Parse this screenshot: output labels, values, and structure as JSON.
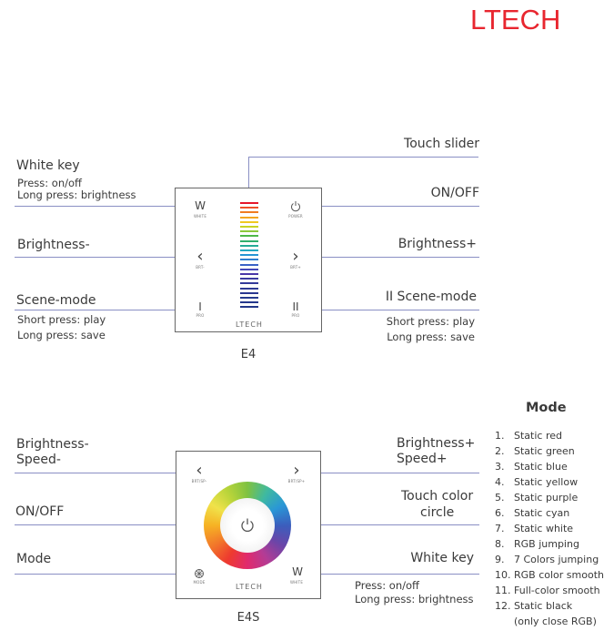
{
  "brand": {
    "logo": "LTECH",
    "panel_brand": "LTECH"
  },
  "e4": {
    "caption": "E4",
    "touch_slider": "Touch slider",
    "white_key": "White key",
    "white_key_desc1": "Press: on/off",
    "white_key_desc2": "Long press: brightness",
    "on_off": "ON/OFF",
    "brightness_minus": "Brightness-",
    "brightness_plus": "Brightness+",
    "scene_mode_left": "Scene-mode",
    "scene_left_desc1": "Short press: play",
    "scene_left_desc2": "Long press: save",
    "scene_mode_right": "II  Scene-mode",
    "scene_right_desc1": "Short press: play",
    "scene_right_desc2": "Long press: save",
    "keys": {
      "w": "W",
      "w_sub": "WHITE",
      "power_sub": "POWER",
      "left": "‹",
      "left_sub": "BRT-",
      "right": "›",
      "right_sub": "BRT+",
      "play": "I",
      "play_sub": "PRO",
      "pause": "II",
      "pause_sub": "PRO"
    },
    "slider_colors": [
      "#e5162b",
      "#ee4f2a",
      "#f07c22",
      "#f4a51f",
      "#f0c820",
      "#c9d422",
      "#8cc83a",
      "#4fb848",
      "#2fae6c",
      "#24ab97",
      "#22a7c0",
      "#2695d4",
      "#2f7fd0",
      "#3a62c6",
      "#4448b8",
      "#4a36a8",
      "#3b3aa0",
      "#343a9a",
      "#2e3a94",
      "#2a3790",
      "#263a8e",
      "#25388c",
      "#233789"
    ]
  },
  "e4s": {
    "caption": "E4S",
    "brightness_minus": "Brightness-",
    "speed_minus": "Speed-",
    "brightness_plus": "Brightness+",
    "speed_plus": "Speed+",
    "on_off": "ON/OFF",
    "touch_color_1": "Touch color",
    "touch_color_2": "circle",
    "mode": "Mode",
    "white_key": "White key",
    "white_key_desc1": "Press: on/off",
    "white_key_desc2": "Long press: brightness",
    "keys": {
      "left": "‹",
      "left_sub": "BRT/SP-",
      "right": "›",
      "right_sub": "BRT/SP+",
      "mode_sub": "MODE",
      "w": "W",
      "w_sub": "WHITE"
    }
  },
  "modes": {
    "title": "Mode",
    "items": [
      {
        "num": "1.",
        "label": "Static red"
      },
      {
        "num": "2.",
        "label": "Static green"
      },
      {
        "num": "3.",
        "label": "Static blue"
      },
      {
        "num": "4.",
        "label": "Static yellow"
      },
      {
        "num": "5.",
        "label": "Static purple"
      },
      {
        "num": "6.",
        "label": "Static cyan"
      },
      {
        "num": "7.",
        "label": "Static white"
      },
      {
        "num": "8.",
        "label": "RGB jumping"
      },
      {
        "num": "9.",
        "label": "7 Colors jumping"
      },
      {
        "num": "10.",
        "label": "RGB color smooth"
      },
      {
        "num": "11.",
        "label": "Full-color smooth"
      },
      {
        "num": "12.",
        "label": "Static black"
      },
      {
        "num": "",
        "label": "(only close RGB)"
      }
    ]
  },
  "colors": {
    "logo": "#e8262f",
    "leader_line": "#8a8fc4",
    "leader_dot": "#6e74b8"
  }
}
